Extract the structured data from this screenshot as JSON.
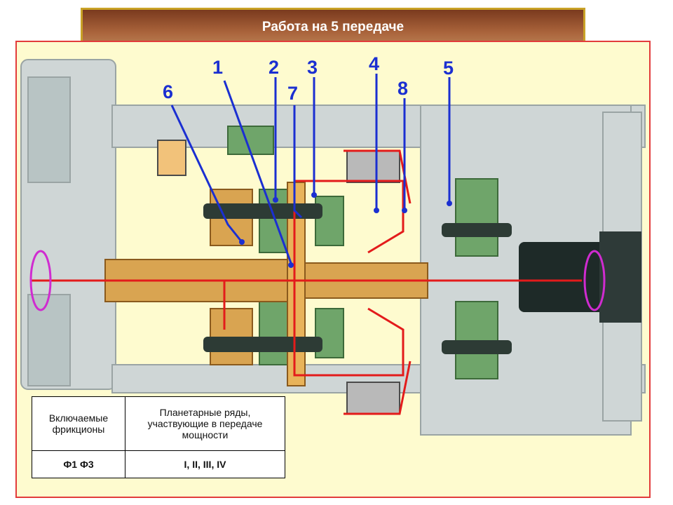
{
  "title": "Работа на 5 передаче",
  "callouts": [
    "1",
    "2",
    "3",
    "4",
    "5",
    "6",
    "7",
    "8"
  ],
  "legend": {
    "header_left": "Включаемые фрикционы",
    "header_right": "Планетарные ряды, участвующие в передаче мощности",
    "row_left": "Ф1   Ф3",
    "row_right": "I, II, III, IV"
  },
  "colors": {
    "frame_border": "#e23b3b",
    "frame_bg": "#fefbcf",
    "housing": "#cfd6d6",
    "shaft": "#d9a451",
    "gear": "#6fa56a",
    "power_flow": "#e31b1b",
    "callout": "#1b2fd1"
  }
}
